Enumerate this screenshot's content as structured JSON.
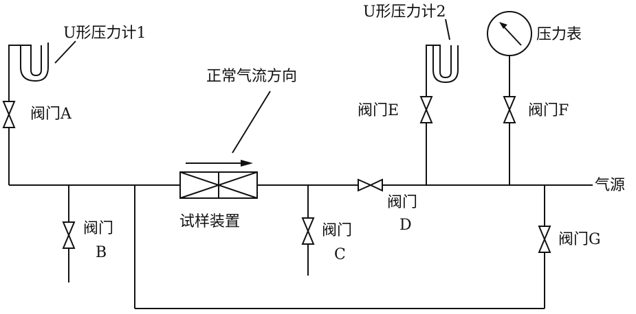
{
  "labels": {
    "u_gauge_1": "U形压力计1",
    "u_gauge_2": "U形压力计2",
    "pressure_gauge": "压力表",
    "flow_direction": "正常气流方向",
    "sample_device": "试样装置",
    "air_source": "气源",
    "valve_a": "阀门A",
    "valve_b_top": "阀门",
    "valve_b_bottom": "B",
    "valve_c_top": "阀门",
    "valve_c_bottom": "C",
    "valve_d_top": "阀门",
    "valve_d_bottom": "D",
    "valve_e": "阀门E",
    "valve_f": "阀门F",
    "valve_g": "阀门G"
  }
}
